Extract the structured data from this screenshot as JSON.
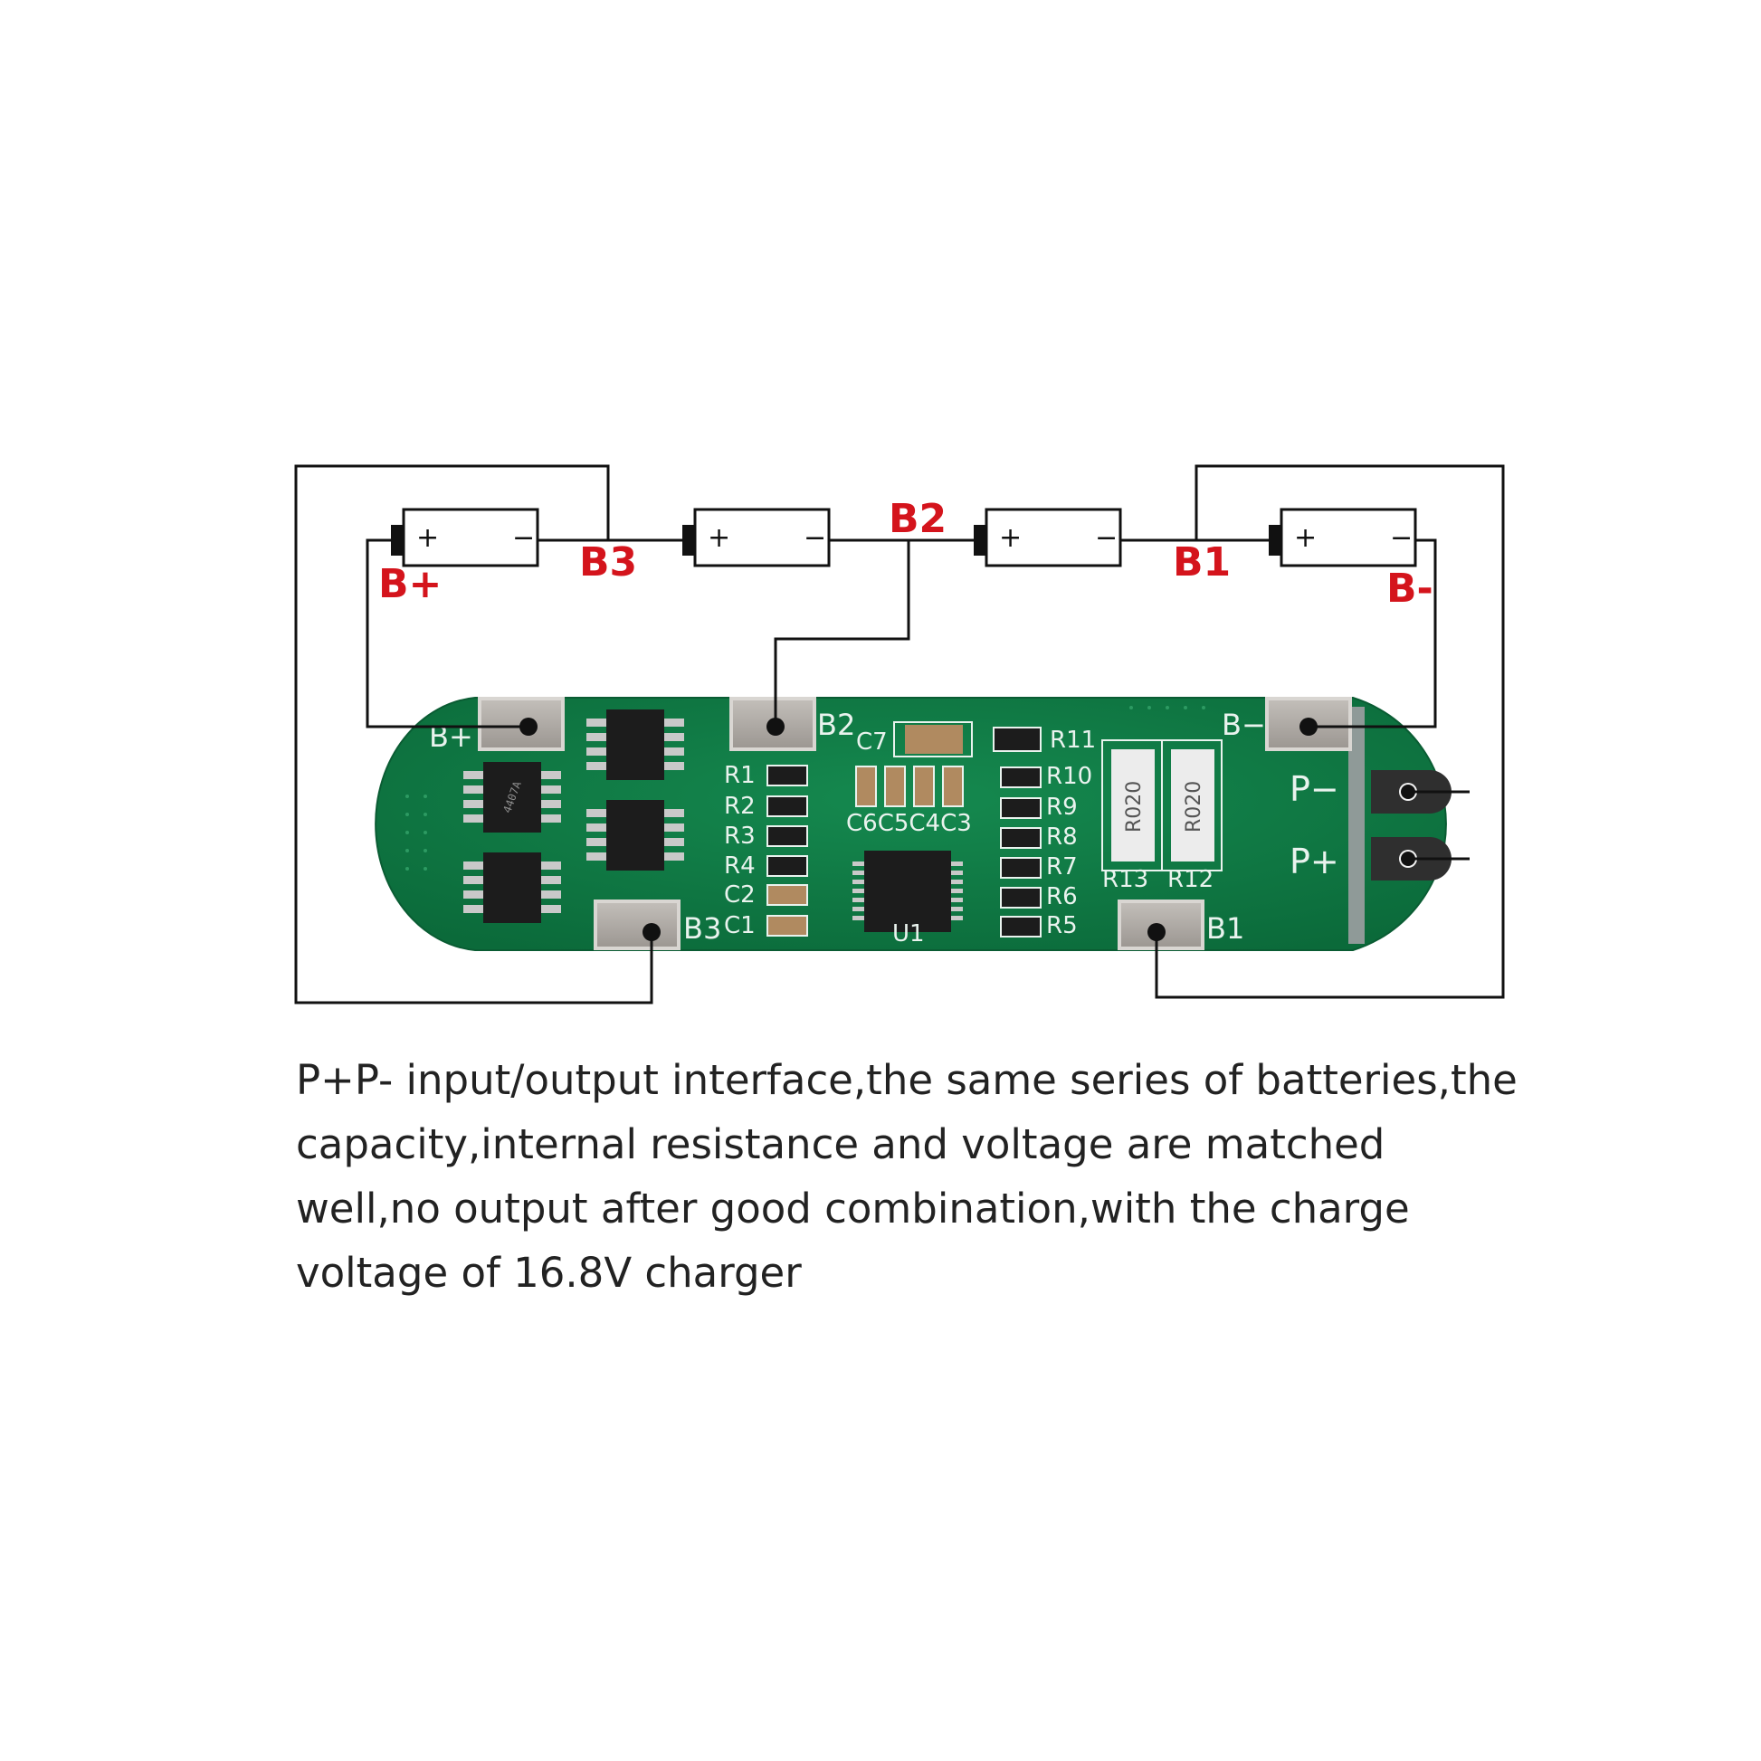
{
  "node_labels": {
    "b_plus": "B+",
    "b3": "B3",
    "b2": "B2",
    "b1": "B1",
    "b_minus": "B-"
  },
  "battery": {
    "plus_symbol": "+",
    "minus_symbol": "−"
  },
  "board_labels": {
    "b_plus": "B+",
    "b2": "B2",
    "b_minus": "B−",
    "b3": "B3",
    "b1": "B1",
    "p_minus": "P−",
    "p_plus": "P+",
    "c7": "C7",
    "r11": "R11",
    "r10": "R10",
    "r9": "R9",
    "r8": "R8",
    "r7": "R7",
    "r6": "R6",
    "r5": "R5",
    "r1": "R1",
    "r2": "R2",
    "r3": "R3",
    "r4": "R4",
    "c2": "C2",
    "c1": "C1",
    "caps_row": "C6C5C4C3",
    "u1": "U1",
    "r13": "R13",
    "r12": "R12",
    "shunt_marking_a": "R020",
    "shunt_marking_b": "R020",
    "mosfet_marking": "4407A"
  },
  "caption": "P+P- input/output interface,the same series of batteries,the capacity,internal resistance and voltage are matched well,no output after good combination,with the charge voltage of 16.8V charger",
  "colors": {
    "wire": "#111111",
    "node_label": "#d4141c",
    "pcb": "#0f7a45",
    "pad": "#a9a49f"
  }
}
